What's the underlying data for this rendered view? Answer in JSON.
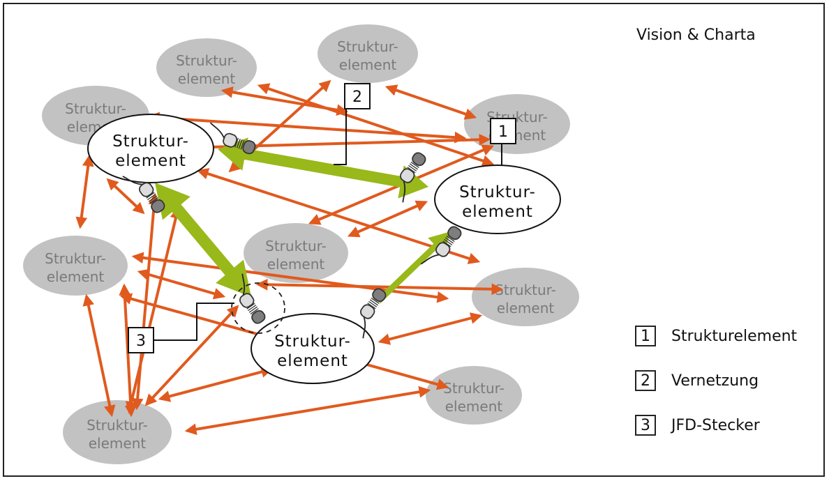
{
  "title": "Vision & Charta",
  "node_label": {
    "line1": "Struktur-",
    "line2": "element"
  },
  "callouts": [
    "1",
    "2",
    "3"
  ],
  "legend": [
    {
      "number": "1",
      "label": "Strukturelement"
    },
    {
      "number": "2",
      "label": "Vernetzung"
    },
    {
      "number": "3",
      "label": "JFD-Stecker"
    }
  ],
  "colors": {
    "background_node": "#c2c2c2",
    "main_node": "#ffffff",
    "network_arrow": "#e05a1e",
    "plug_connection": "#99b81a"
  }
}
